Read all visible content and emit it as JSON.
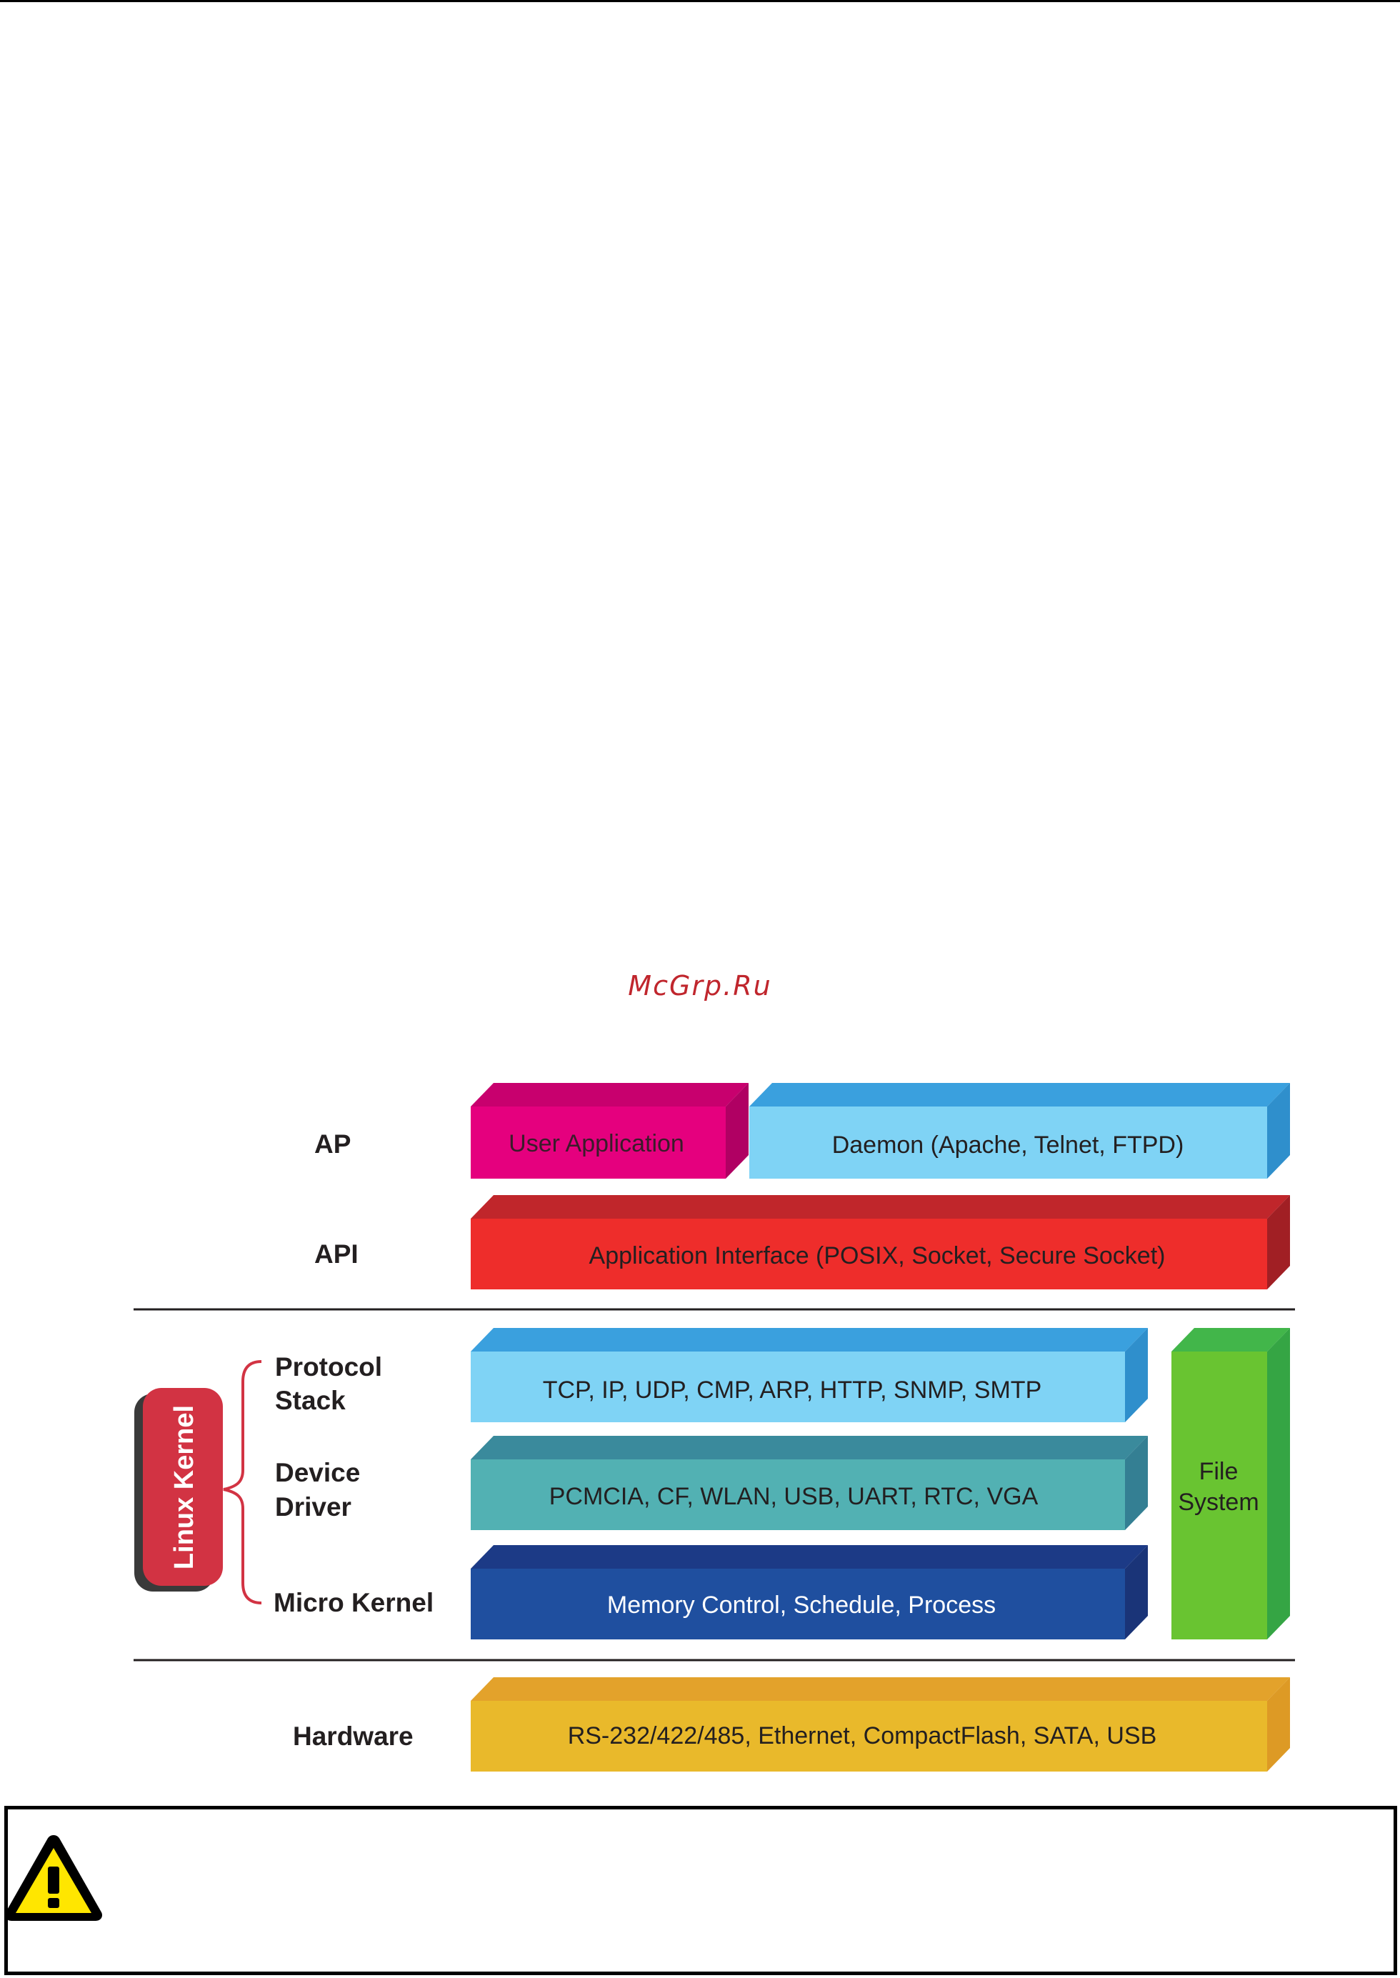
{
  "watermark": {
    "text": "McGrp.Ru",
    "color": "#c0262d"
  },
  "layers": {
    "ap": "AP",
    "api": "API",
    "protocol_stack": [
      "Protocol",
      "Stack"
    ],
    "device_driver": [
      "Device",
      "Driver"
    ],
    "micro_kernel": "Micro Kernel",
    "hardware": "Hardware",
    "linux_kernel": "Linux Kernel"
  },
  "blocks": {
    "user_application": {
      "text": "User Application",
      "color": "#e5007e"
    },
    "daemon": {
      "text": "Daemon (Apache, Telnet, FTPD)",
      "color": "#7fd3f5"
    },
    "application_interface": {
      "text": "Application Interface (POSIX, Socket, Secure Socket)",
      "color": "#ee2d2b"
    },
    "protocols": {
      "text": "TCP, IP, UDP, CMP, ARP, HTTP, SNMP, SMTP",
      "color": "#7fd3f5"
    },
    "drivers": {
      "text": "PCMCIA, CF, WLAN, USB, UART, RTC, VGA",
      "color": "#52b1b3"
    },
    "micro_kernel": {
      "text": "Memory Control, Schedule, Process",
      "color": "#1f4f9f"
    },
    "file_system": {
      "lines": [
        "File",
        "System"
      ],
      "color": "#69c431"
    },
    "hardware": {
      "text": "RS-232/422/485, Ethernet, CompactFlash, SATA, USB",
      "color": "#e9b92b"
    }
  },
  "colors": {
    "linux_kernel_badge": "#d23343",
    "bracket": "#d23343"
  },
  "warning_icon": "warning-triangle-icon"
}
